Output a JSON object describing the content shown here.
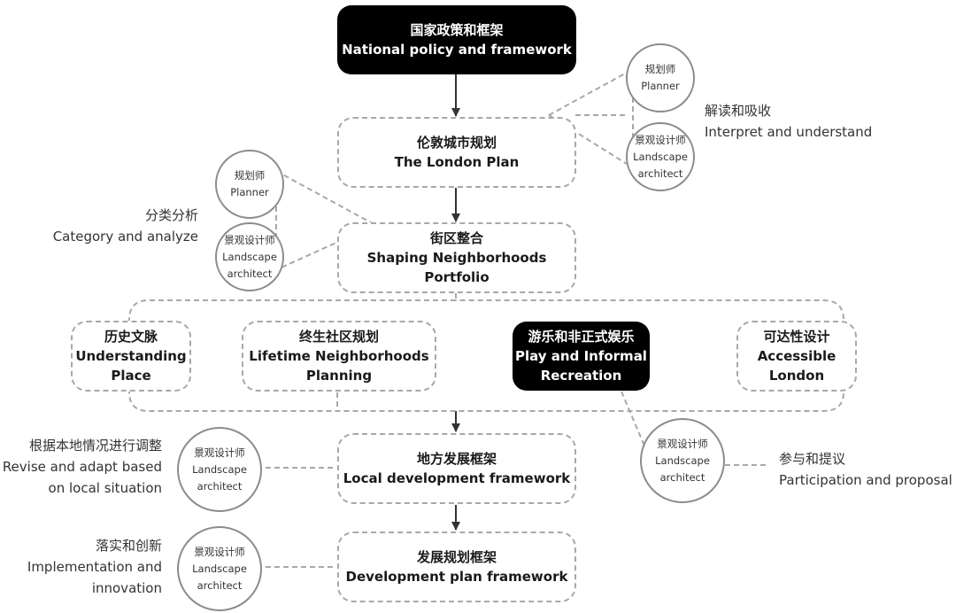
{
  "main_chain": {
    "national": {
      "zh": "国家政策和框架",
      "en": "National policy and framework"
    },
    "london_plan": {
      "zh": "伦敦城市规划",
      "en": "The London Plan"
    },
    "shaping": {
      "zh": "街区整合",
      "en1": "Shaping Neighborhoods",
      "en2": "Portfolio"
    },
    "local": {
      "zh": "地方发展框架",
      "en": "Local development framework"
    },
    "development": {
      "zh": "发展规划框架",
      "en": "Development plan framework"
    }
  },
  "portfolio_items": [
    {
      "zh": "历史文脉",
      "en1": "Understanding",
      "en2": "Place",
      "highlight": false
    },
    {
      "zh": "终生社区规划",
      "en1": "Lifetime Neighborhoods",
      "en2": "Planning",
      "highlight": false
    },
    {
      "zh": "游乐和非正式娱乐",
      "en1": "Play and Informal",
      "en2": "Recreation",
      "highlight": true
    },
    {
      "zh": "可达性设计",
      "en1": "Accessible",
      "en2": "London",
      "highlight": false
    }
  ],
  "roles": {
    "planner": {
      "zh": "规划师",
      "en": "Planner"
    },
    "landscape": {
      "zh": "景观设计师",
      "en1": "Landscape",
      "en2": "architect"
    }
  },
  "annotations": {
    "interpret": {
      "zh": "解读和吸收",
      "en": "Interpret and understand"
    },
    "category": {
      "zh": "分类分析",
      "en": "Category and analyze"
    },
    "revise": {
      "zh": "根据本地情况进行调整",
      "en1": "Revise and adapt based",
      "en2": "on local situation"
    },
    "participation": {
      "zh": "参与和提议",
      "en": "Participation and proposal"
    },
    "implementation": {
      "zh": "落实和创新",
      "en1": "Implementation and",
      "en2": "innovation"
    }
  },
  "colors": {
    "dark_fill": "#000000",
    "dashed_border": "#a8a8a8",
    "circle_border": "#8c8c8c",
    "arrow": "#333333"
  }
}
